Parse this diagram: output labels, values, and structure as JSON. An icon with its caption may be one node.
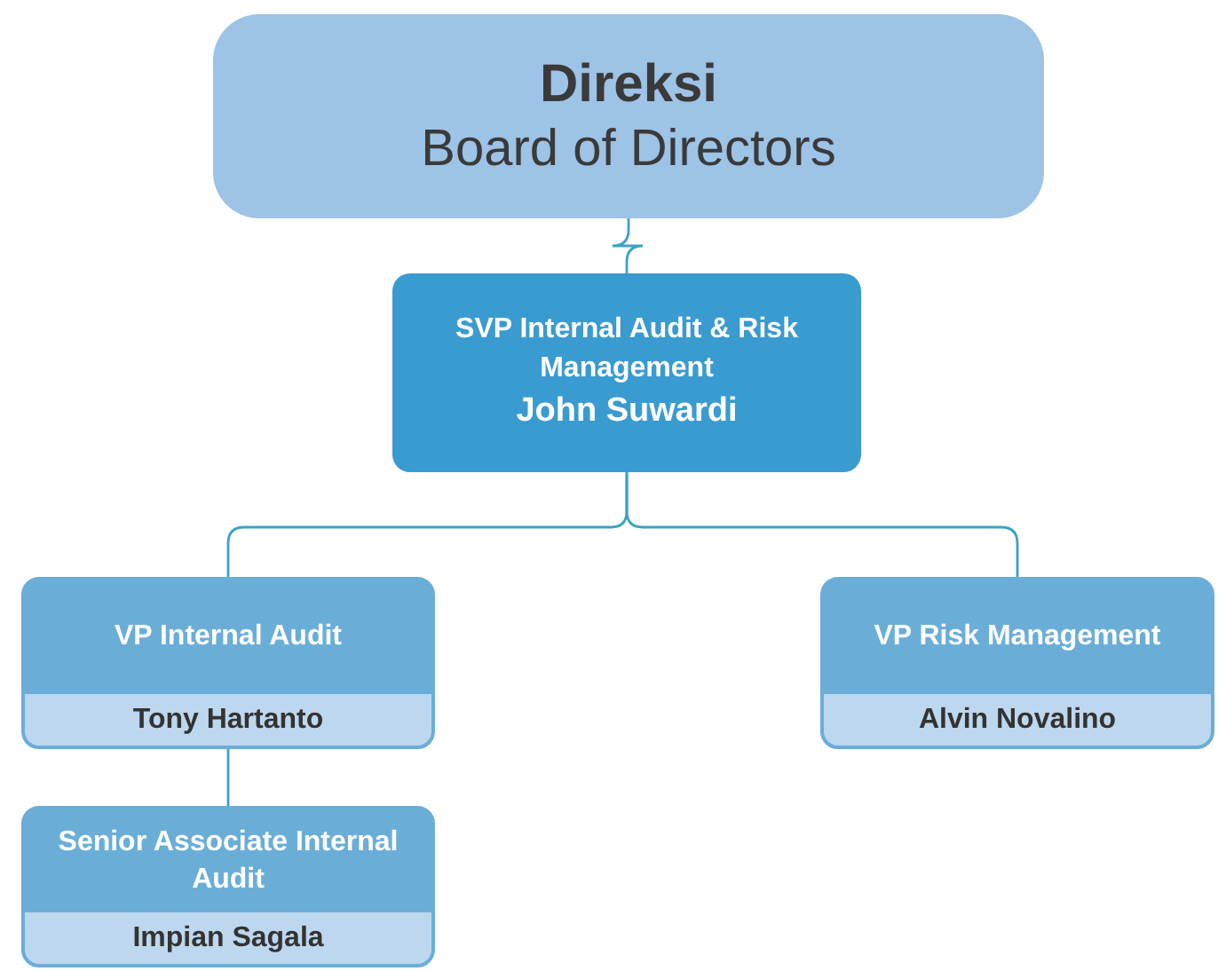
{
  "diagram": {
    "nodes": [
      {
        "text": [
          "Direksi",
          "Board of Directors"
        ]
      },
      {
        "text": [
          "SVP Internal Audit & Risk Management",
          "John Suwardi"
        ]
      },
      {
        "text": [
          "VP Internal Audit",
          "Tony Hartanto"
        ]
      },
      {
        "text": [
          "VP Risk Management",
          "Alvin Novalino"
        ]
      },
      {
        "text": [
          "Senior Associate Internal Audit",
          "Impian Sagala"
        ]
      }
    ],
    "edges": [
      {
        "from": 0,
        "to": 1,
        "arrow": "none"
      },
      {
        "from": 1,
        "to": 2,
        "arrow": "none"
      },
      {
        "from": 1,
        "to": 3,
        "arrow": "none"
      },
      {
        "from": 2,
        "to": 4,
        "arrow": "none"
      }
    ]
  }
}
